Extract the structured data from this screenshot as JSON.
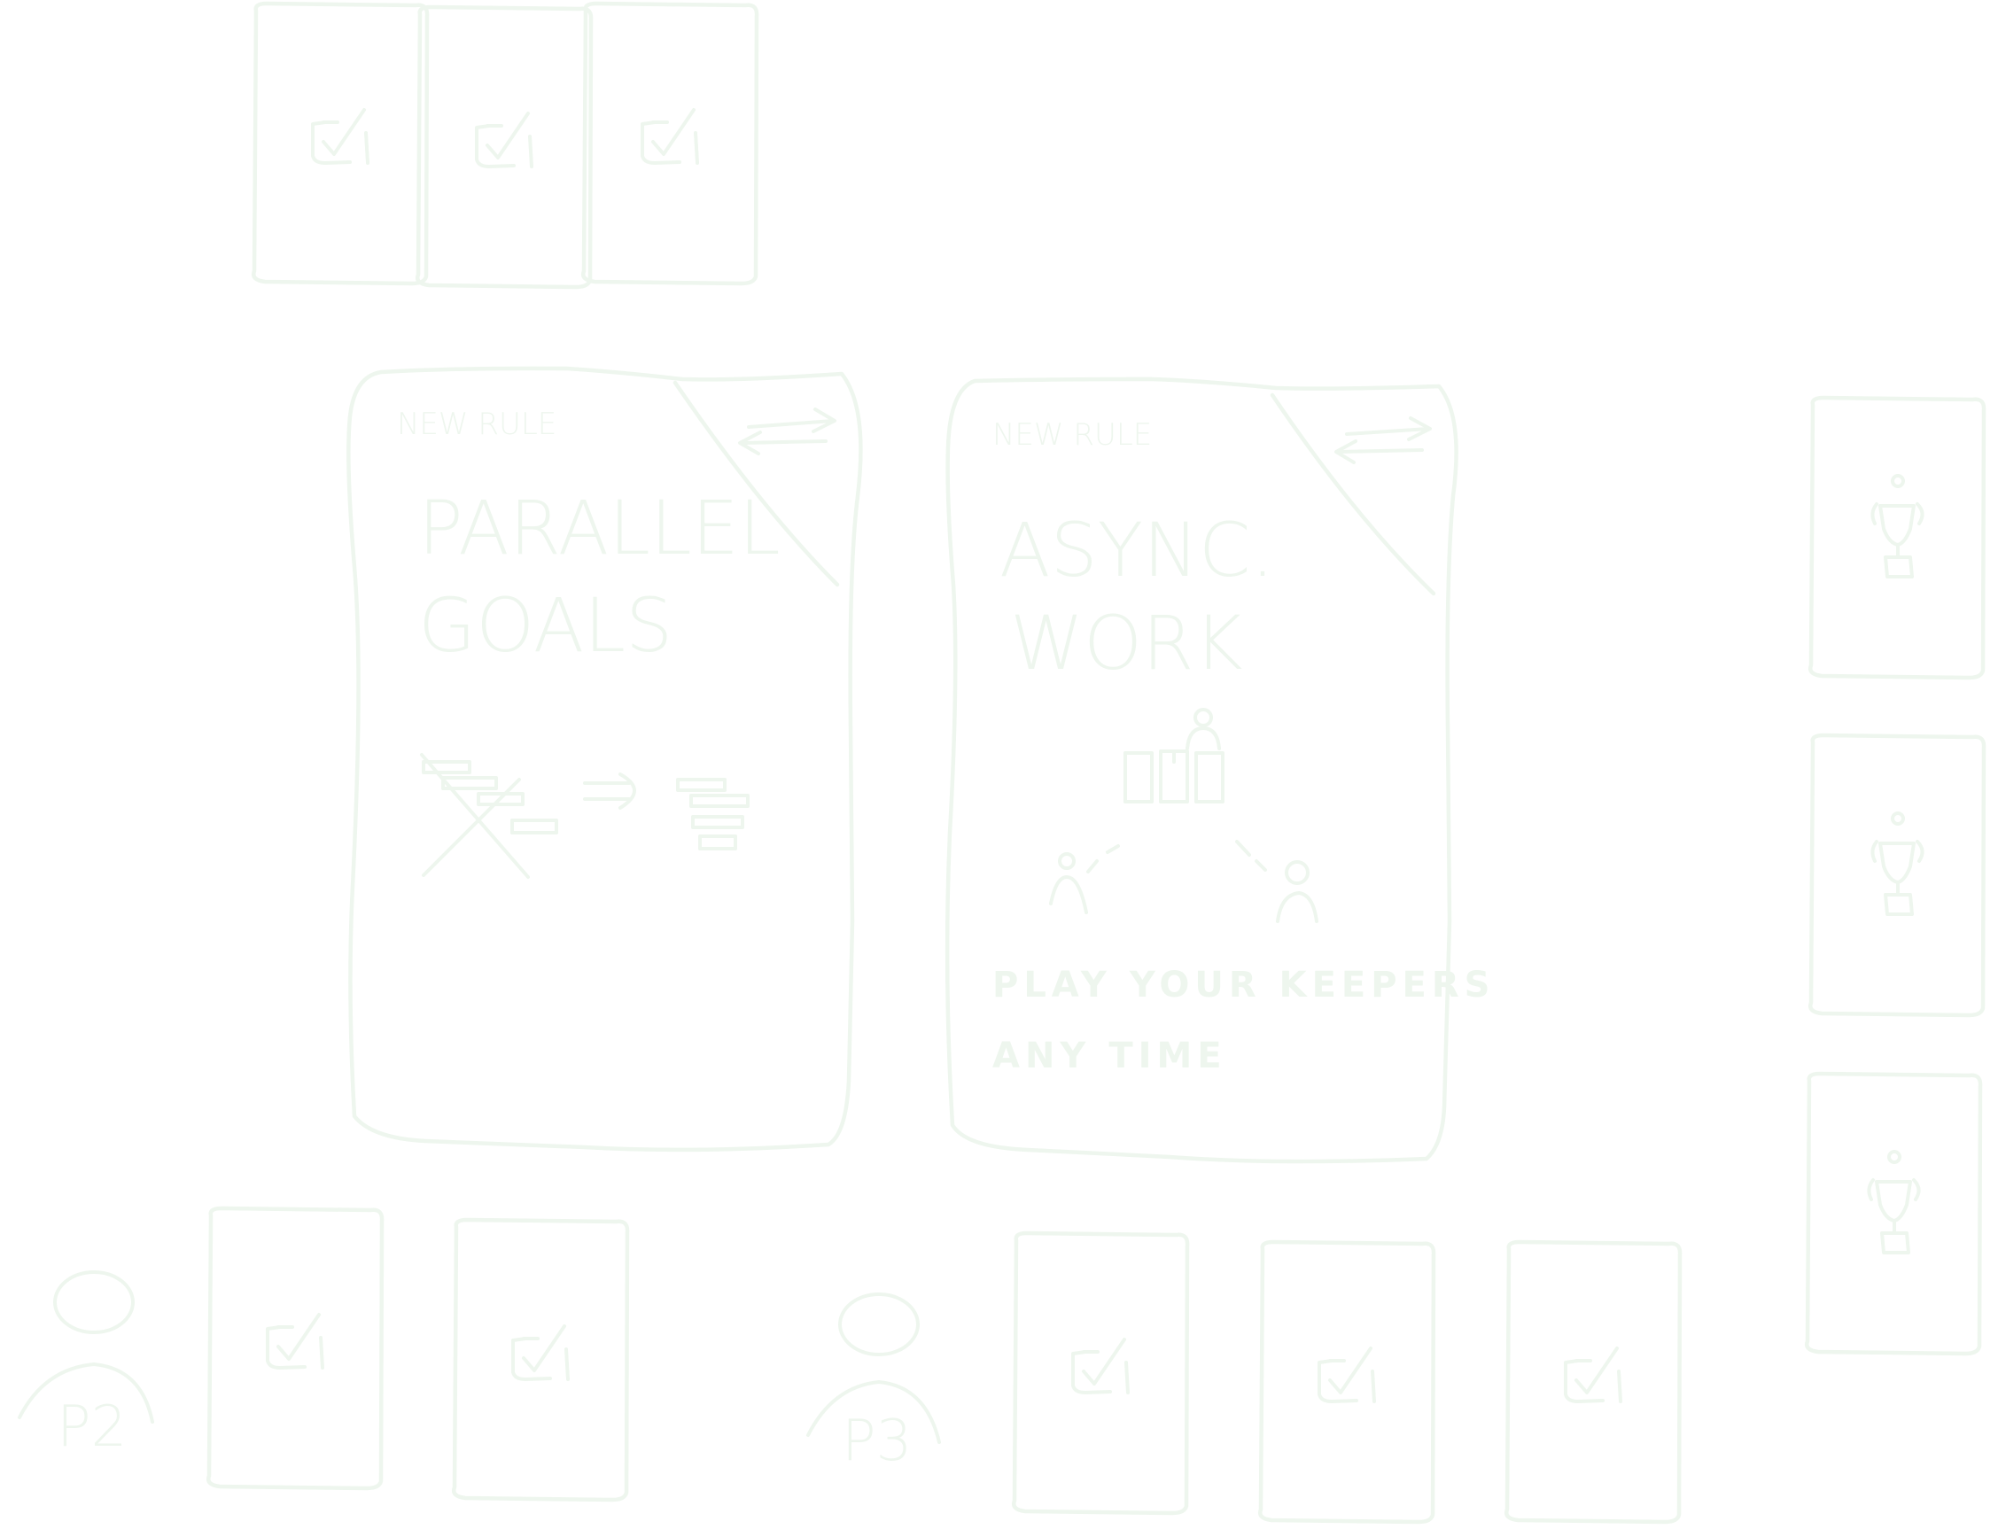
{
  "colors": {
    "stroke": "#eef6ee",
    "text": "#eef6ee",
    "background": "#ffffff"
  },
  "rule_cards": [
    {
      "header": "NEW RULE",
      "title_line_1": "PARALLEL",
      "title_line_2": "GOALS",
      "swap_icon": "swap-arrows-icon",
      "illustration_icon": "crossed-stack-to-parallel-stack-icon"
    },
    {
      "header": "NEW RULE",
      "title_line_1": "ASYNC.",
      "title_line_2": "WORK",
      "swap_icon": "swap-arrows-icon",
      "illustration_icon": "players-around-cards-icon",
      "body_line_1": "PLAY YOUR KEEPERS",
      "body_line_2": "ANY TIME"
    }
  ],
  "players": [
    {
      "label": "P2"
    },
    {
      "label": "P3"
    }
  ],
  "card_icons": {
    "keeper": "checkbox-checked-icon",
    "goal": "trophy-icon"
  }
}
